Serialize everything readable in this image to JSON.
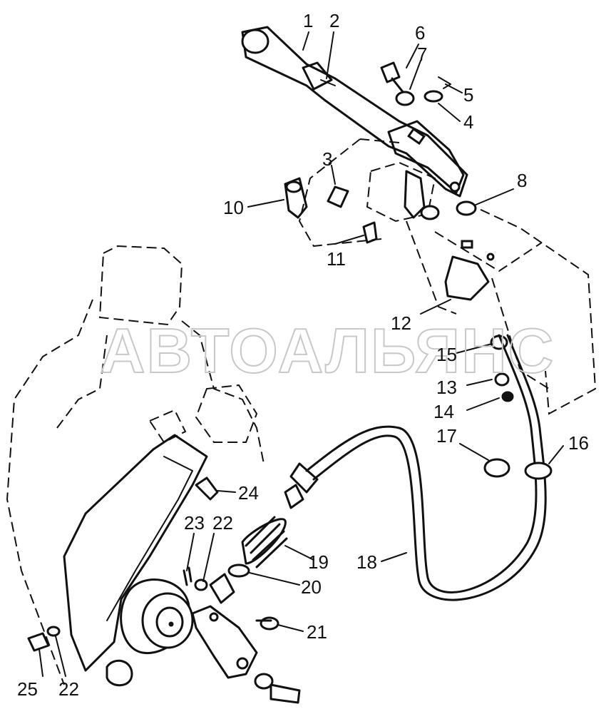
{
  "watermark": "АВТОАЛЬЯНС",
  "callouts": [
    {
      "id": "c1",
      "label": "1"
    },
    {
      "id": "c2",
      "label": "2"
    },
    {
      "id": "c3",
      "label": "3"
    },
    {
      "id": "c4",
      "label": "4"
    },
    {
      "id": "c5",
      "label": "5"
    },
    {
      "id": "c6",
      "label": "6"
    },
    {
      "id": "c7",
      "label": "7"
    },
    {
      "id": "c8",
      "label": "8"
    },
    {
      "id": "c10",
      "label": "10"
    },
    {
      "id": "c11",
      "label": "11"
    },
    {
      "id": "c12",
      "label": "12"
    },
    {
      "id": "c13",
      "label": "13"
    },
    {
      "id": "c14",
      "label": "14"
    },
    {
      "id": "c15",
      "label": "15"
    },
    {
      "id": "c16",
      "label": "16"
    },
    {
      "id": "c17",
      "label": "17"
    },
    {
      "id": "c18",
      "label": "18"
    },
    {
      "id": "c19",
      "label": "19"
    },
    {
      "id": "c20",
      "label": "20"
    },
    {
      "id": "c21",
      "label": "21"
    },
    {
      "id": "c22a",
      "label": "22"
    },
    {
      "id": "c22b",
      "label": "22"
    },
    {
      "id": "c23",
      "label": "23"
    },
    {
      "id": "c24",
      "label": "24"
    },
    {
      "id": "c25",
      "label": "25"
    }
  ]
}
